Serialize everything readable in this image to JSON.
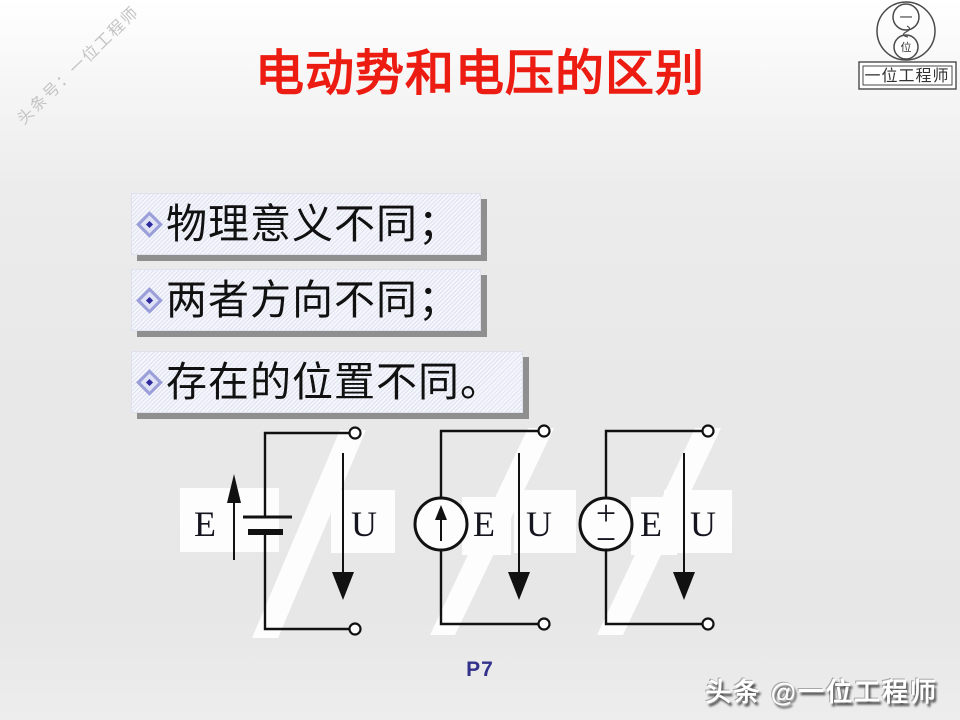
{
  "slide": {
    "title": "电动势和电压的区别",
    "page_label": "P7"
  },
  "bullets": [
    {
      "text": "物理意义不同；"
    },
    {
      "text": "两者方向不同；"
    },
    {
      "text": "存在的位置不同。"
    }
  ],
  "circuits": {
    "battery": {
      "emf_label": "E",
      "voltage_label": "U"
    },
    "current_source": {
      "emf_label": "E",
      "voltage_label": "U"
    },
    "voltage_source": {
      "emf_label": "E",
      "voltage_label": "U",
      "plus": "+",
      "minus": "−"
    }
  },
  "watermarks": {
    "diagonal_top_left": "头条号：一位工程师",
    "bottom_right": "头条 @一位工程师"
  },
  "logo": {
    "top_char": "一",
    "bottom_char": "位",
    "box_label": "一位工程师"
  },
  "colors": {
    "title_red": "#ed1c12",
    "page_number_blue": "#32328c",
    "bullet_diamond_dark": "#2e2a9e",
    "bullet_diamond_light": "#9b9fd9",
    "background_gray": "#e8e8e8"
  }
}
